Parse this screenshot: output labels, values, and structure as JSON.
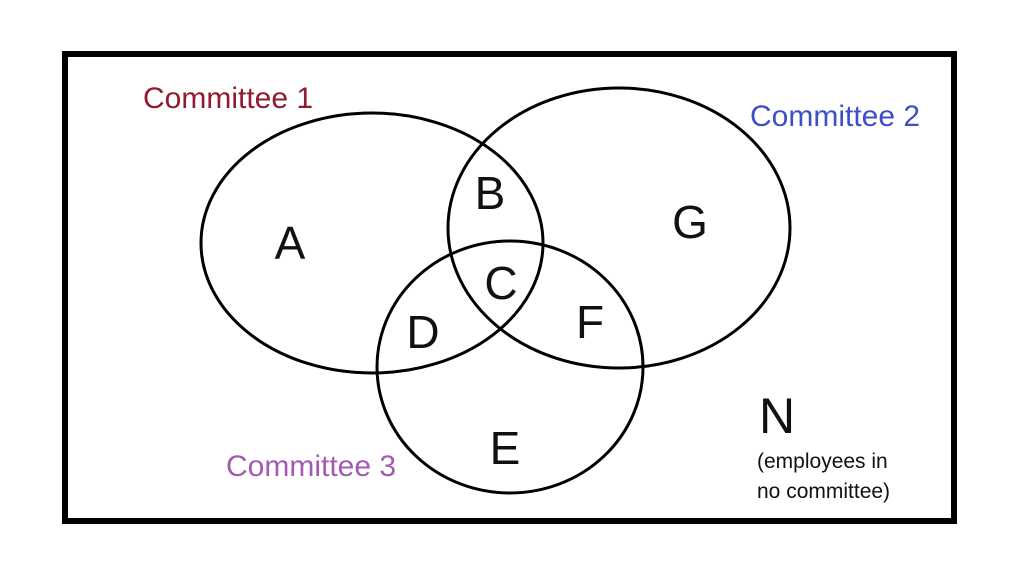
{
  "diagram": {
    "type": "venn",
    "description_visible_text_only": true
  },
  "labels": {
    "committee1": "Committee 1",
    "committee2": "Committee 2",
    "committee3": "Committee 3"
  },
  "colors": {
    "committee1": "#8E1B2E",
    "committee2": "#3E4EC8",
    "committee3": "#A45AB5",
    "outline": "#000000",
    "background": "#FFFFFF"
  },
  "regions": {
    "a": "A",
    "b": "B",
    "c": "C",
    "d": "D",
    "e": "E",
    "f": "F",
    "g": "G"
  },
  "outside": {
    "letter": "N",
    "caption_line1": "(employees in",
    "caption_line2": "no committee)"
  }
}
